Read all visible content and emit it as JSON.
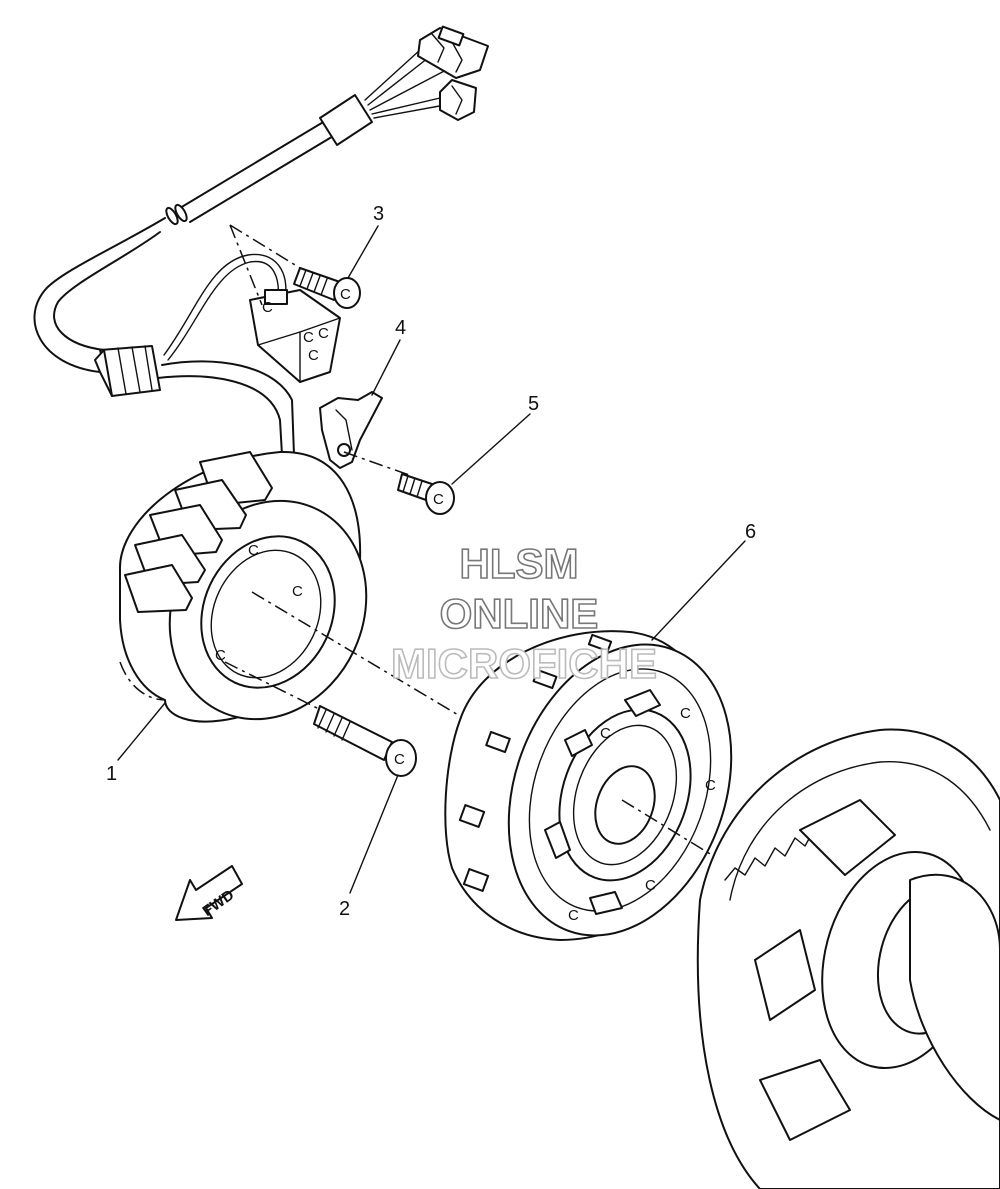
{
  "callouts": [
    {
      "id": "1",
      "label": "1"
    },
    {
      "id": "2",
      "label": "2"
    },
    {
      "id": "3",
      "label": "3"
    },
    {
      "id": "4",
      "label": "4"
    },
    {
      "id": "5",
      "label": "5"
    },
    {
      "id": "6",
      "label": "6"
    }
  ],
  "watermark": {
    "line1": "HLSM",
    "line2": "ONLINE",
    "line3": "MICROFICHE"
  },
  "direction_arrow": {
    "label": "FWD"
  },
  "hole_mark": "C"
}
